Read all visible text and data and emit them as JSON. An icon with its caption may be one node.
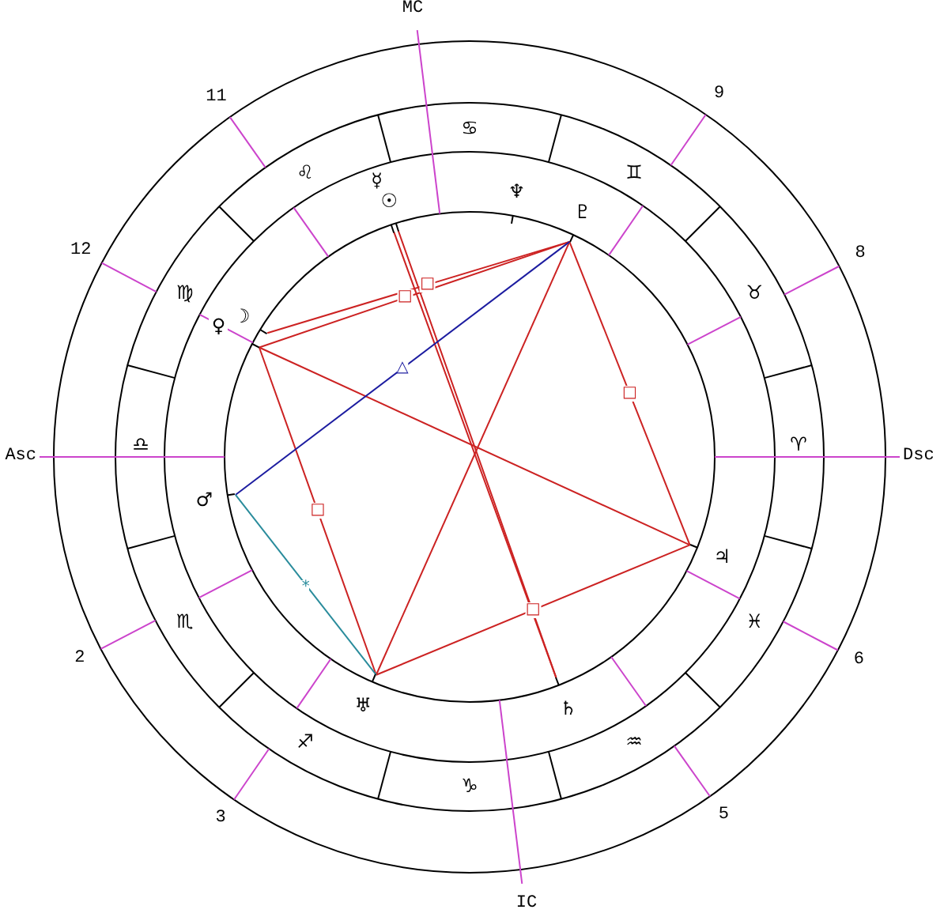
{
  "diagram": {
    "nodes": [
      {
        "text": [
          "☿"
        ]
      },
      {
        "text": [
          "♆"
        ]
      },
      {
        "text": [
          "☉"
        ]
      },
      {
        "text": [
          "♇"
        ]
      },
      {
        "text": [
          "☽"
        ]
      },
      {
        "text": [
          "♀"
        ]
      },
      {
        "text": [
          "♂"
        ]
      },
      {
        "text": [
          "♃"
        ]
      },
      {
        "text": [
          "♅"
        ]
      },
      {
        "text": [
          "♄"
        ]
      }
    ],
    "edges": [
      {
        "from": 0,
        "to": 9,
        "arrow": "none"
      },
      {
        "from": 2,
        "to": 9,
        "arrow": "none"
      },
      {
        "from": 4,
        "to": 3,
        "arrow": "none",
        "label": "□"
      },
      {
        "from": 5,
        "to": 3,
        "arrow": "none",
        "label": "□"
      },
      {
        "from": 3,
        "to": 7,
        "arrow": "none",
        "label": "□"
      },
      {
        "from": 3,
        "to": 8,
        "arrow": "none"
      },
      {
        "from": 5,
        "to": 7,
        "arrow": "none"
      },
      {
        "from": 5,
        "to": 8,
        "arrow": "none",
        "label": "□"
      },
      {
        "from": 8,
        "to": 7,
        "arrow": "none",
        "label": "□"
      },
      {
        "from": 6,
        "to": 3,
        "arrow": "none",
        "label": "△",
        "color": "#1c1ca0"
      },
      {
        "from": 6,
        "to": 8,
        "arrow": "none",
        "label": "*",
        "color": "#2a8c9c"
      }
    ],
    "labels": [
      "MC",
      "11",
      "♋",
      "9",
      "♌",
      "♊",
      "12",
      "♍",
      "♉",
      "8",
      "Asc",
      "♎",
      "♈",
      "Dsc",
      "♏",
      "♓",
      "2",
      "6",
      "♐",
      "♒",
      "♑",
      "3",
      "5",
      "IC"
    ]
  }
}
